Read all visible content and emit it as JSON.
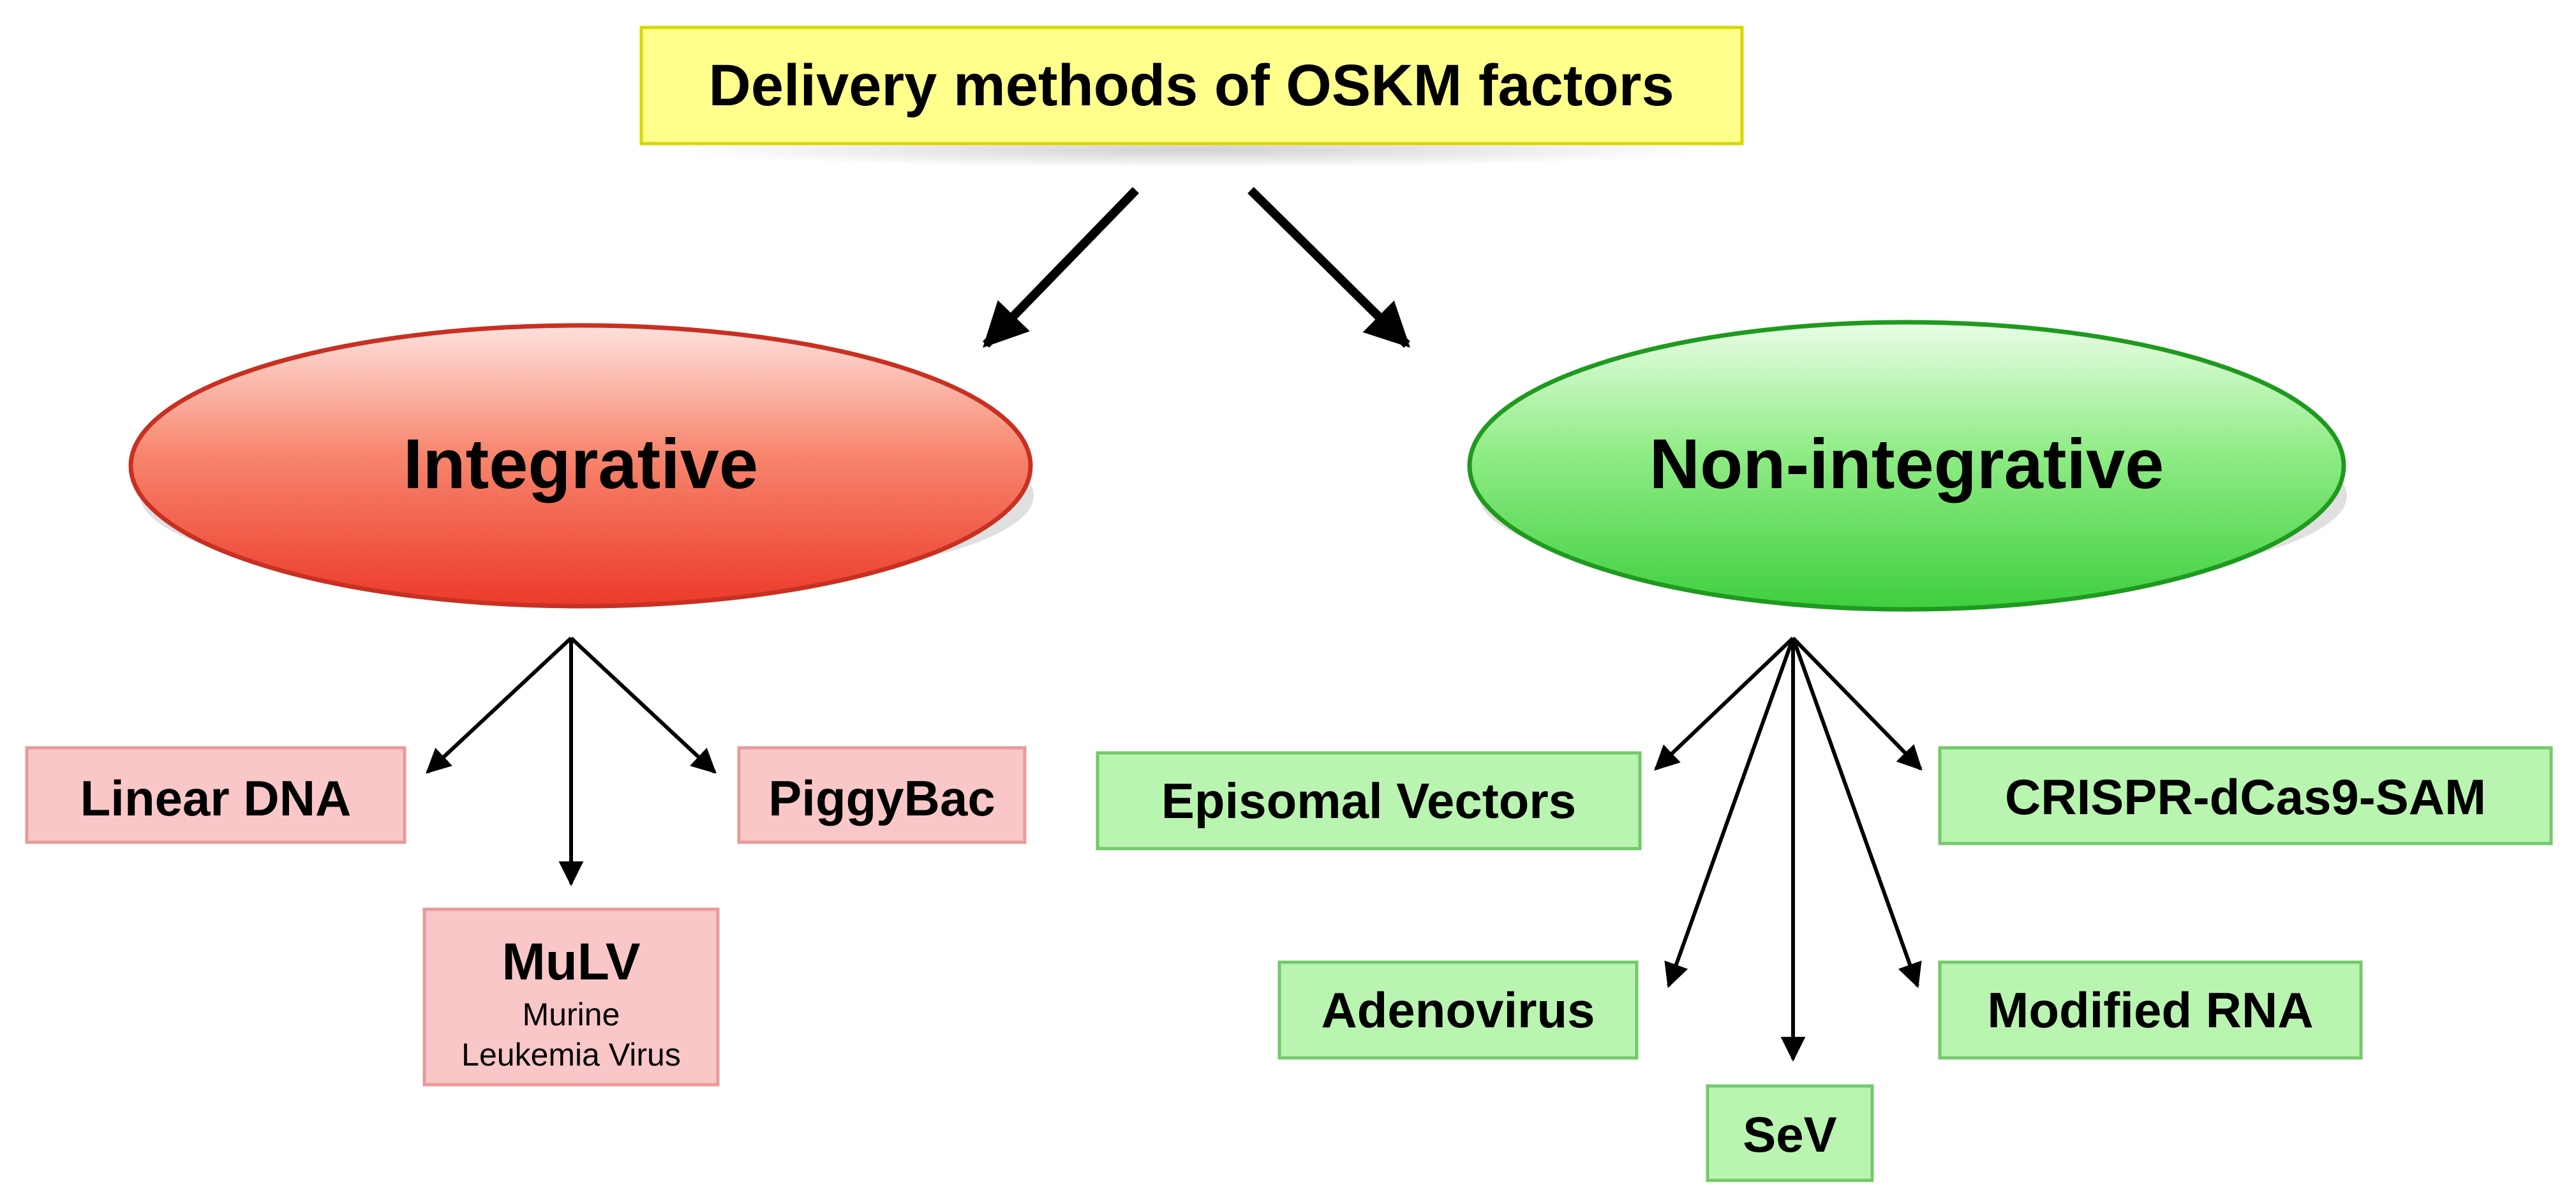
{
  "title": "Delivery methods of OSKM factors",
  "categories": {
    "integrative": {
      "label": "Integrative",
      "color": "#f04e3a",
      "methods": [
        {
          "label": "Linear DNA"
        },
        {
          "label": "MuLV",
          "sub": [
            "Murine",
            "Leukemia Virus"
          ]
        },
        {
          "label": "PiggyBac"
        }
      ]
    },
    "non_integrative": {
      "label": "Non-integrative",
      "color": "#5ad65a",
      "methods": [
        {
          "label": "Episomal Vectors"
        },
        {
          "label": "Adenovirus"
        },
        {
          "label": "SeV"
        },
        {
          "label": "Modified RNA"
        },
        {
          "label": "CRISPR-dCas9-SAM"
        }
      ]
    }
  },
  "colors": {
    "title_fill": "#ffff8c",
    "title_border": "#d8d800",
    "integrative_box_fill": "#f9c7c7",
    "integrative_box_border": "#e89a9a",
    "non_integrative_box_fill": "#b9f5b0",
    "non_integrative_box_border": "#74c96a"
  }
}
